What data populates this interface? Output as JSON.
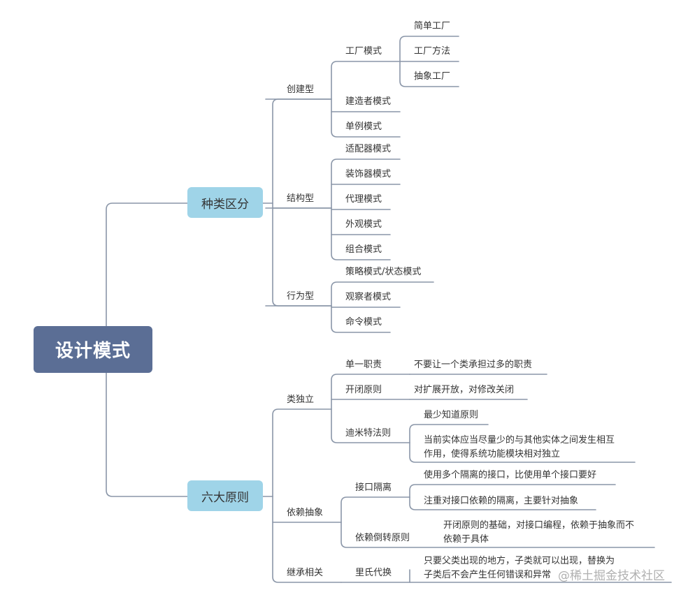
{
  "root": "设计模式",
  "branches": [
    {
      "label": "种类区分",
      "children": [
        {
          "label": "创建型",
          "children": [
            {
              "label": "工厂模式",
              "children": [
                {
                  "label": "简单工厂"
                },
                {
                  "label": "工厂方法"
                },
                {
                  "label": "抽象工厂"
                }
              ]
            },
            {
              "label": "建造者模式"
            },
            {
              "label": "单例模式"
            }
          ]
        },
        {
          "label": "结构型",
          "children": [
            {
              "label": "适配器模式"
            },
            {
              "label": "装饰器模式"
            },
            {
              "label": "代理模式"
            },
            {
              "label": "外观模式"
            },
            {
              "label": "组合模式"
            }
          ]
        },
        {
          "label": "行为型",
          "children": [
            {
              "label": "策略模式/状态模式"
            },
            {
              "label": "观察者模式"
            },
            {
              "label": "命令模式"
            }
          ]
        }
      ]
    },
    {
      "label": "六大原则",
      "children": [
        {
          "label": "类独立",
          "children": [
            {
              "label": "单一职责",
              "children": [
                {
                  "label": "不要让一个类承担过多的职责"
                }
              ]
            },
            {
              "label": "开闭原则",
              "children": [
                {
                  "label": "对扩展开放，对修改关闭"
                }
              ]
            },
            {
              "label": "迪米特法则",
              "children": [
                {
                  "label": "最少知道原则"
                },
                {
                  "label": "当前实体应当尽量少的与其他实体之间发生相互作用，使得系统功能模块相对独立",
                  "lines": [
                    "当前实体应当尽量少的与其他实体之间发生相互",
                    "作用，使得系统功能模块相对独立"
                  ]
                }
              ]
            }
          ]
        },
        {
          "label": "依赖抽象",
          "children": [
            {
              "label": "接口隔离",
              "children": [
                {
                  "label": "使用多个隔离的接口，比使用单个接口要好"
                },
                {
                  "label": "注重对接口依赖的隔离，主要针对抽象"
                }
              ]
            },
            {
              "label": "依赖倒转原则",
              "children": [
                {
                  "label": "开闭原则的基础，对接口编程，依赖于抽象而不依赖于具体",
                  "lines": [
                    "开闭原则的基础，对接口编程，依赖于抽象而不",
                    "依赖于具体"
                  ]
                }
              ]
            }
          ]
        },
        {
          "label": "继承相关",
          "children": [
            {
              "label": "里氏代换",
              "children": [
                {
                  "label": "只要父类出现的地方，子类就可以出现，替换为子类后不会产生任何错误和异常",
                  "lines": [
                    "只要父类出现的地方，子类就可以出现，替换为",
                    "子类后不会产生任何错误和异常"
                  ]
                }
              ]
            }
          ]
        }
      ]
    }
  ],
  "watermark": "@稀土掘金技术社区",
  "colors": {
    "root_bg": "#5b6e95",
    "topic_bg": "#9fd4e8",
    "line": "#8a96a8"
  }
}
